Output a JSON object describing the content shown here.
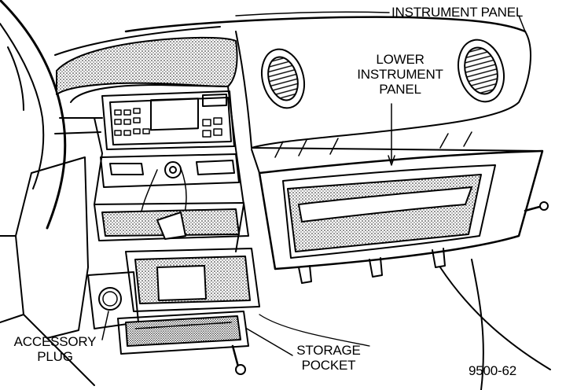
{
  "labels": {
    "instrument_panel": "INSTRUMENT PANEL",
    "lower_instrument_panel": [
      "LOWER",
      "INSTRUMENT",
      "PANEL"
    ],
    "accessory_plug": [
      "ACCESSORY",
      "PLUG"
    ],
    "storage_pocket": [
      "STORAGE",
      "POCKET"
    ],
    "figure_number": "9500-62"
  },
  "colors": {
    "line": "#000000",
    "background": "#ffffff",
    "stipple": "#8a8a8a"
  }
}
